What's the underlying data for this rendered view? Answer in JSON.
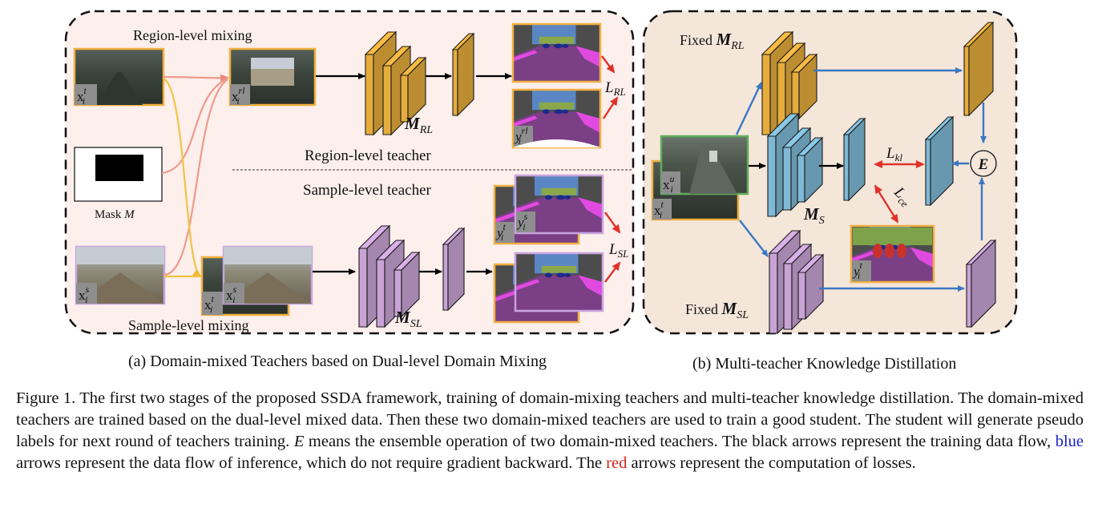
{
  "panel_a": {
    "region_mixing_title": "Region-level mixing",
    "sample_mixing_title": "Sample-level mixing",
    "region_teacher_label": "Region-level teacher",
    "sample_teacher_label": "Sample-level teacher",
    "mask_label": "Mask",
    "mask_symbol": "M",
    "x_target": {
      "base": "x",
      "sup": "t",
      "sub": "i"
    },
    "x_source": {
      "base": "x",
      "sup": "s",
      "sub": "i"
    },
    "x_region_mixed": {
      "base": "x",
      "sup": "rl",
      "sub": "i"
    },
    "y_region_mixed": {
      "base": "y",
      "sup": "rl",
      "sub": "i"
    },
    "y_target": {
      "base": "y",
      "sup": "t",
      "sub": "i"
    },
    "y_source": {
      "base": "y",
      "sup": "s",
      "sub": "i"
    },
    "model_rl": {
      "base": "M",
      "sub": "RL"
    },
    "model_sl": {
      "base": "M",
      "sub": "SL"
    },
    "loss_rl": {
      "base": "L",
      "sub": "RL"
    },
    "loss_sl": {
      "base": "L",
      "sub": "SL"
    },
    "caption": "(a) Domain-mixed Teachers based on Dual-level Domain Mixing"
  },
  "panel_b": {
    "fixed_rl": {
      "prefix": "Fixed",
      "base": "M",
      "sub": "RL"
    },
    "fixed_sl": {
      "prefix": "Fixed",
      "base": "M",
      "sub": "SL"
    },
    "student": {
      "base": "M",
      "sub": "S"
    },
    "x_unlabeled": {
      "base": "x",
      "sup": "u",
      "sub": "i"
    },
    "x_target": {
      "base": "x",
      "sup": "t",
      "sub": "i"
    },
    "y_target": {
      "base": "y",
      "sup": "t",
      "sub": "i"
    },
    "loss_kl": {
      "base": "L",
      "sub": "kl"
    },
    "loss_ce": {
      "base": "L",
      "sub": "ce"
    },
    "ensemble": "E",
    "caption": "(b) Multi-teacher Knowledge Distillation"
  },
  "colors": {
    "panel_a_bg": "#fcefec",
    "panel_b_bg": "#f5e6da",
    "rl_teacher": "#e7ad3c",
    "sl_teacher": "#c9a3d6",
    "student": "#7fb9d6",
    "train_arrow": "#000000",
    "inference_arrow": "#3b78c2",
    "loss_arrow": "#e0322a",
    "mix_line_red": "#ef9a8a",
    "mix_line_yellow": "#f2c443",
    "target_border": "#f0b040",
    "source_border": "#c8a4e0",
    "unlabeled_border": "#5fae5a"
  },
  "figure_caption": {
    "p1": "Figure 1. The first two stages of the proposed SSDA framework, training of domain-mixing teachers and multi-teacher knowledge distillation. The domain-mixed teachers are trained based on the dual-level mixed data. Then these two domain-mixed teachers are used to train a good student. The student will generate pseudo labels for next round of teachers training.",
    "e_symbol": "E",
    "p2": "means the ensemble operation of two domain-mixed teachers. The black arrows represent the training data flow,",
    "blue_word": "blue",
    "p3": "arrows represent the data flow of inference, which do not require gradient backward. The",
    "red_word": "red",
    "p4": "arrows represent the computation of losses."
  }
}
